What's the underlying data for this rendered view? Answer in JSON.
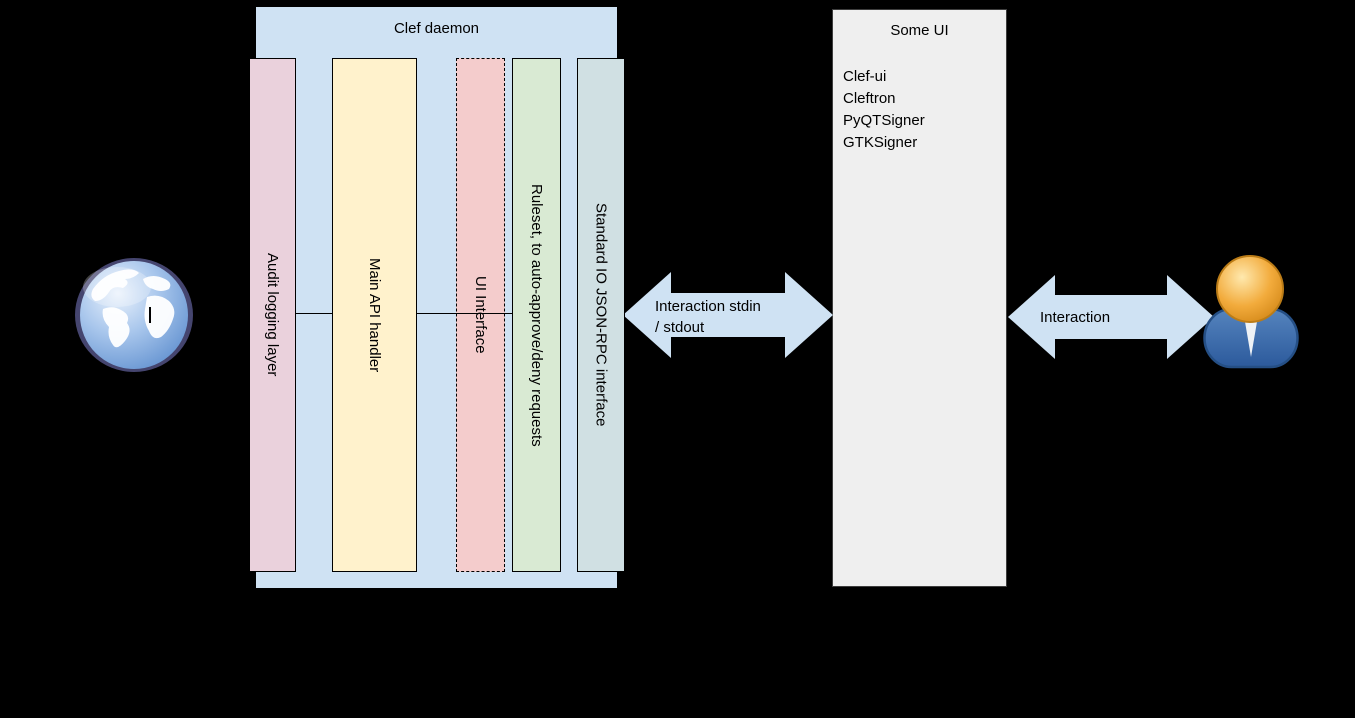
{
  "canvas": {
    "background": "#000000"
  },
  "clef_daemon": {
    "title": "Clef daemon",
    "fill": "#cfe2f3",
    "layers": [
      {
        "label": "Audit logging layer",
        "fill": "#ead1dc",
        "border_style": "solid"
      },
      {
        "label": "Main API handler",
        "fill": "#fff2cc",
        "border_style": "solid"
      },
      {
        "label": "UI Interface",
        "fill": "#f4cccc",
        "border_style": "dashed"
      },
      {
        "label": "Ruleset, to auto-approve/deny requests",
        "fill": "#d9ead3",
        "border_style": "solid"
      },
      {
        "label": "Standard IO JSON-RPC interface",
        "fill": "#d0e0e3",
        "border_style": "solid"
      }
    ]
  },
  "some_ui": {
    "title": "Some UI",
    "fill": "#efefef",
    "implementations": [
      "Clef-ui",
      "Cleftron",
      "PyQTSigner",
      "GTKSigner"
    ]
  },
  "arrows": {
    "daemon_to_ui": {
      "label_line1": "Interaction stdin",
      "label_line2": "/ stdout",
      "fill": "#cfe2f3"
    },
    "ui_to_user": {
      "label": "Interaction",
      "fill": "#cfe2f3"
    }
  },
  "icons": {
    "left": "globe-icon",
    "right": "user-icon"
  }
}
